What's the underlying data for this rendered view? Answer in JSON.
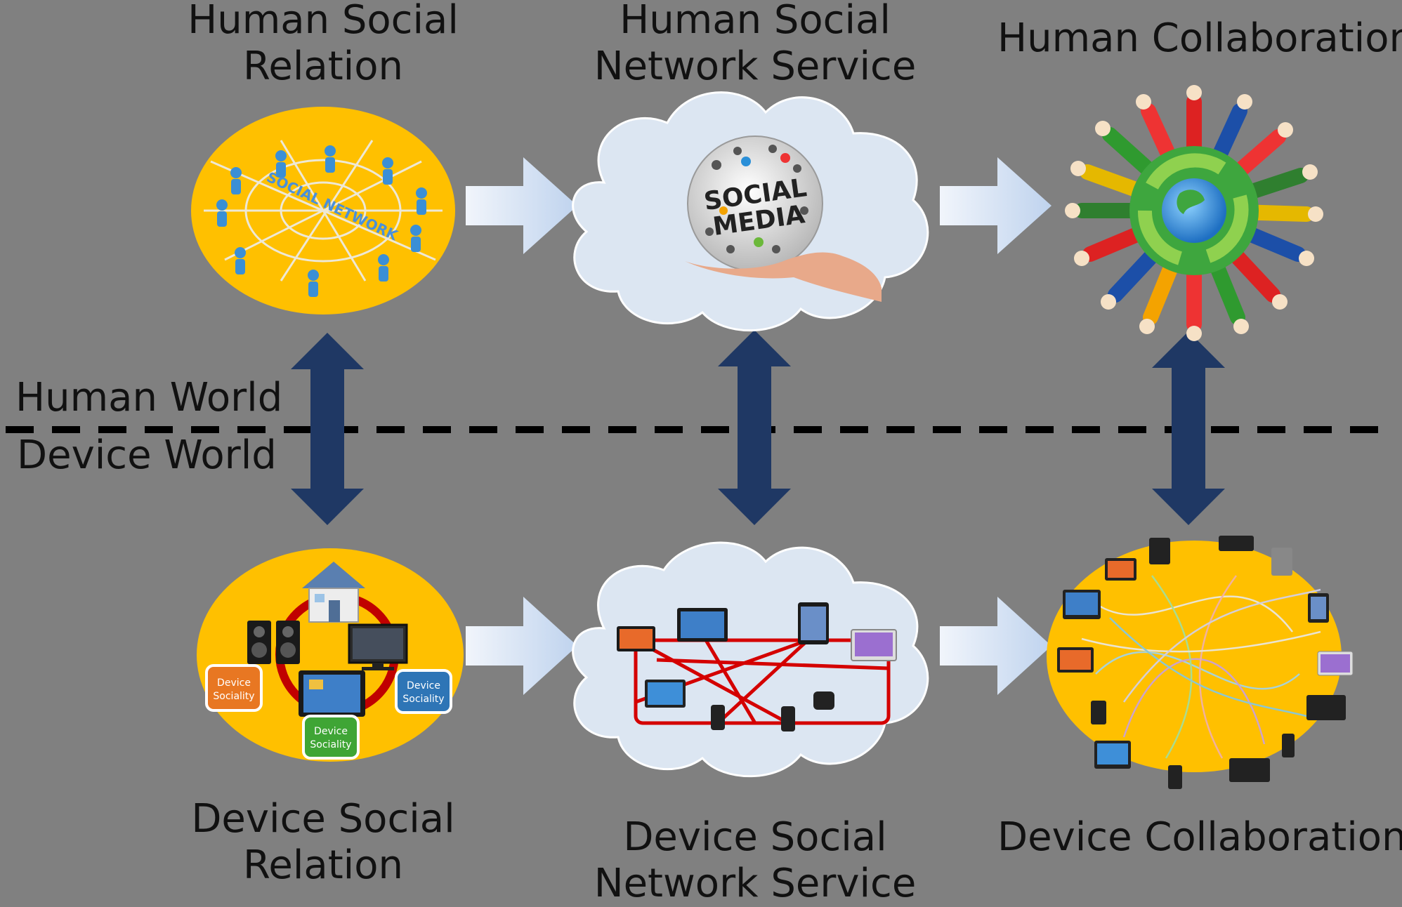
{
  "labels": {
    "human_social_relation": [
      "Human Social",
      "Relation"
    ],
    "human_sns": [
      "Human Social",
      "Network Service"
    ],
    "human_collaboration": "Human Collaboration",
    "device_social_relation": [
      "Device Social",
      "Relation"
    ],
    "device_sns": [
      "Device Social",
      "Network Service"
    ],
    "device_collaboration": "Device Collaboration"
  },
  "divider": {
    "human_world": "Human World",
    "device_world": "Device World"
  },
  "illustrations": {
    "social_network": "SOCIAL NETWORK",
    "social_media": [
      "SOCIAL",
      "MEDIA"
    ],
    "device_sociality": [
      "Device",
      "Sociality"
    ]
  },
  "colors": {
    "background": "#808080",
    "ellipse_fill": "#FFC000",
    "cloud_fill": "#DCE6F2",
    "arrow_light": "#D6E2F2",
    "arrow_dark": "#1F3864",
    "network_red": "#D40000"
  }
}
